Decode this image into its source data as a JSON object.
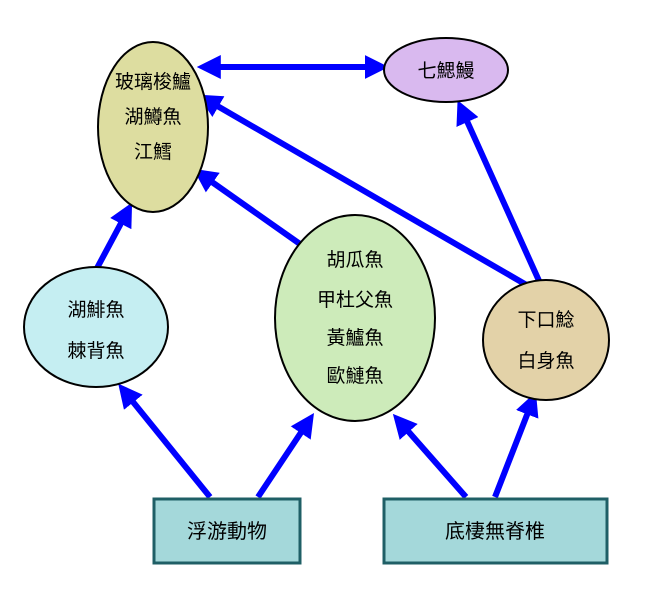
{
  "colors": {
    "arrow": "#0000FF",
    "node_stroke": "#000000",
    "box_stroke": "#1F5F66",
    "top_left_fill": "#DDDDA0",
    "top_right_fill": "#D9B9EF",
    "mid_left_fill": "#C5EEF2",
    "center_fill": "#CDEBBA",
    "right_fill": "#E3D2A8",
    "box_fill": "#A4D8DA"
  },
  "nodes": {
    "top_left": {
      "lines": [
        "玻璃梭鱸",
        "湖鱒魚",
        "江鱈"
      ]
    },
    "top_right": {
      "lines": [
        "七鰓鰻"
      ]
    },
    "mid_left": {
      "lines": [
        "湖鯡魚",
        "棘背魚"
      ]
    },
    "center": {
      "lines": [
        "胡瓜魚",
        "甲杜父魚",
        "黃鱸魚",
        "歐鰱魚"
      ]
    },
    "right": {
      "lines": [
        "下口鯰",
        "白身魚"
      ]
    }
  },
  "boxes": {
    "plankton": {
      "label": "浮游動物"
    },
    "benthic": {
      "label": "底棲無脊椎"
    }
  }
}
